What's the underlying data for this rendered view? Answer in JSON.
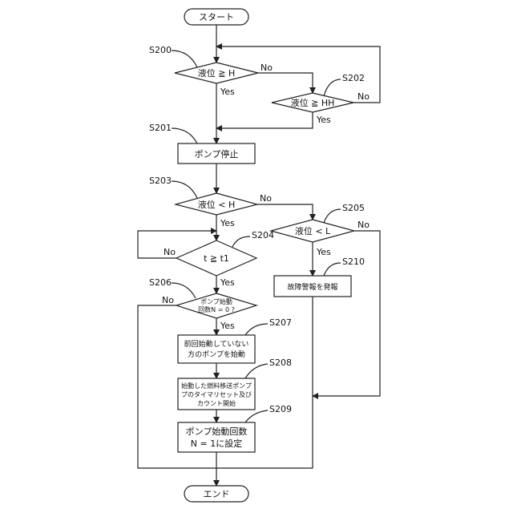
{
  "nodes": {
    "start": "スタート",
    "end": "エンド",
    "s200_text": "液位 ≧ H",
    "s202_text": "液位 ≧ HH",
    "s201_text": "ポンプ停止",
    "s203_text": "液位 < H",
    "s205_text": "液位 < L",
    "s204_text": "t ≧ t1",
    "s210_text": "故障警報を発報",
    "s206_line1": "ポンプ始動",
    "s206_line2": "回数N = 0 ?",
    "s207_line1": "前回始動していない",
    "s207_line2": "方のポンプを始動",
    "s208_line1": "始動した燃料移送ポンプ",
    "s208_line2": "プのタイマリセット及び",
    "s208_line3": "カウント開始",
    "s209_line1": "ポンプ始動回数",
    "s209_line2": "N = 1に設定"
  },
  "step_labels": {
    "s200": "S200",
    "s201": "S201",
    "s202": "S202",
    "s203": "S203",
    "s204": "S204",
    "s205": "S205",
    "s206": "S206",
    "s207": "S207",
    "s208": "S208",
    "s209": "S209",
    "s210": "S210"
  },
  "branch_labels": {
    "yes": "Yes",
    "no": "No"
  }
}
